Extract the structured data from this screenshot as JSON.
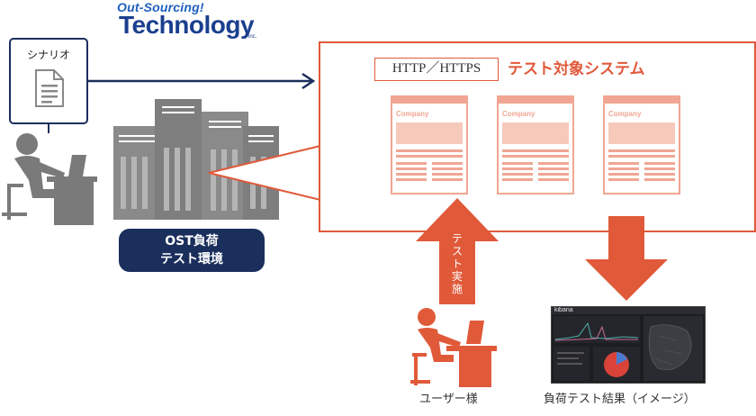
{
  "logo": {
    "tagline": "Out-Sourcing!",
    "name": "Technology",
    "suffix": "inc."
  },
  "scenario": {
    "label": "シナリオ"
  },
  "environment": {
    "line1": "OST負荷",
    "line2": "テスト環境"
  },
  "target": {
    "protocol": "HTTP／HTTPS",
    "title": "テスト対象システム",
    "page_label": "Company"
  },
  "test_arrow": {
    "label": "テスト実施"
  },
  "user": {
    "label": "ユーザー様"
  },
  "result": {
    "label": "負荷テスト結果（イメージ）",
    "app_name": "kibana"
  },
  "colors": {
    "accent": "#e05a3a",
    "navy": "#1b2f5c",
    "gray": "#8a8a8a"
  }
}
